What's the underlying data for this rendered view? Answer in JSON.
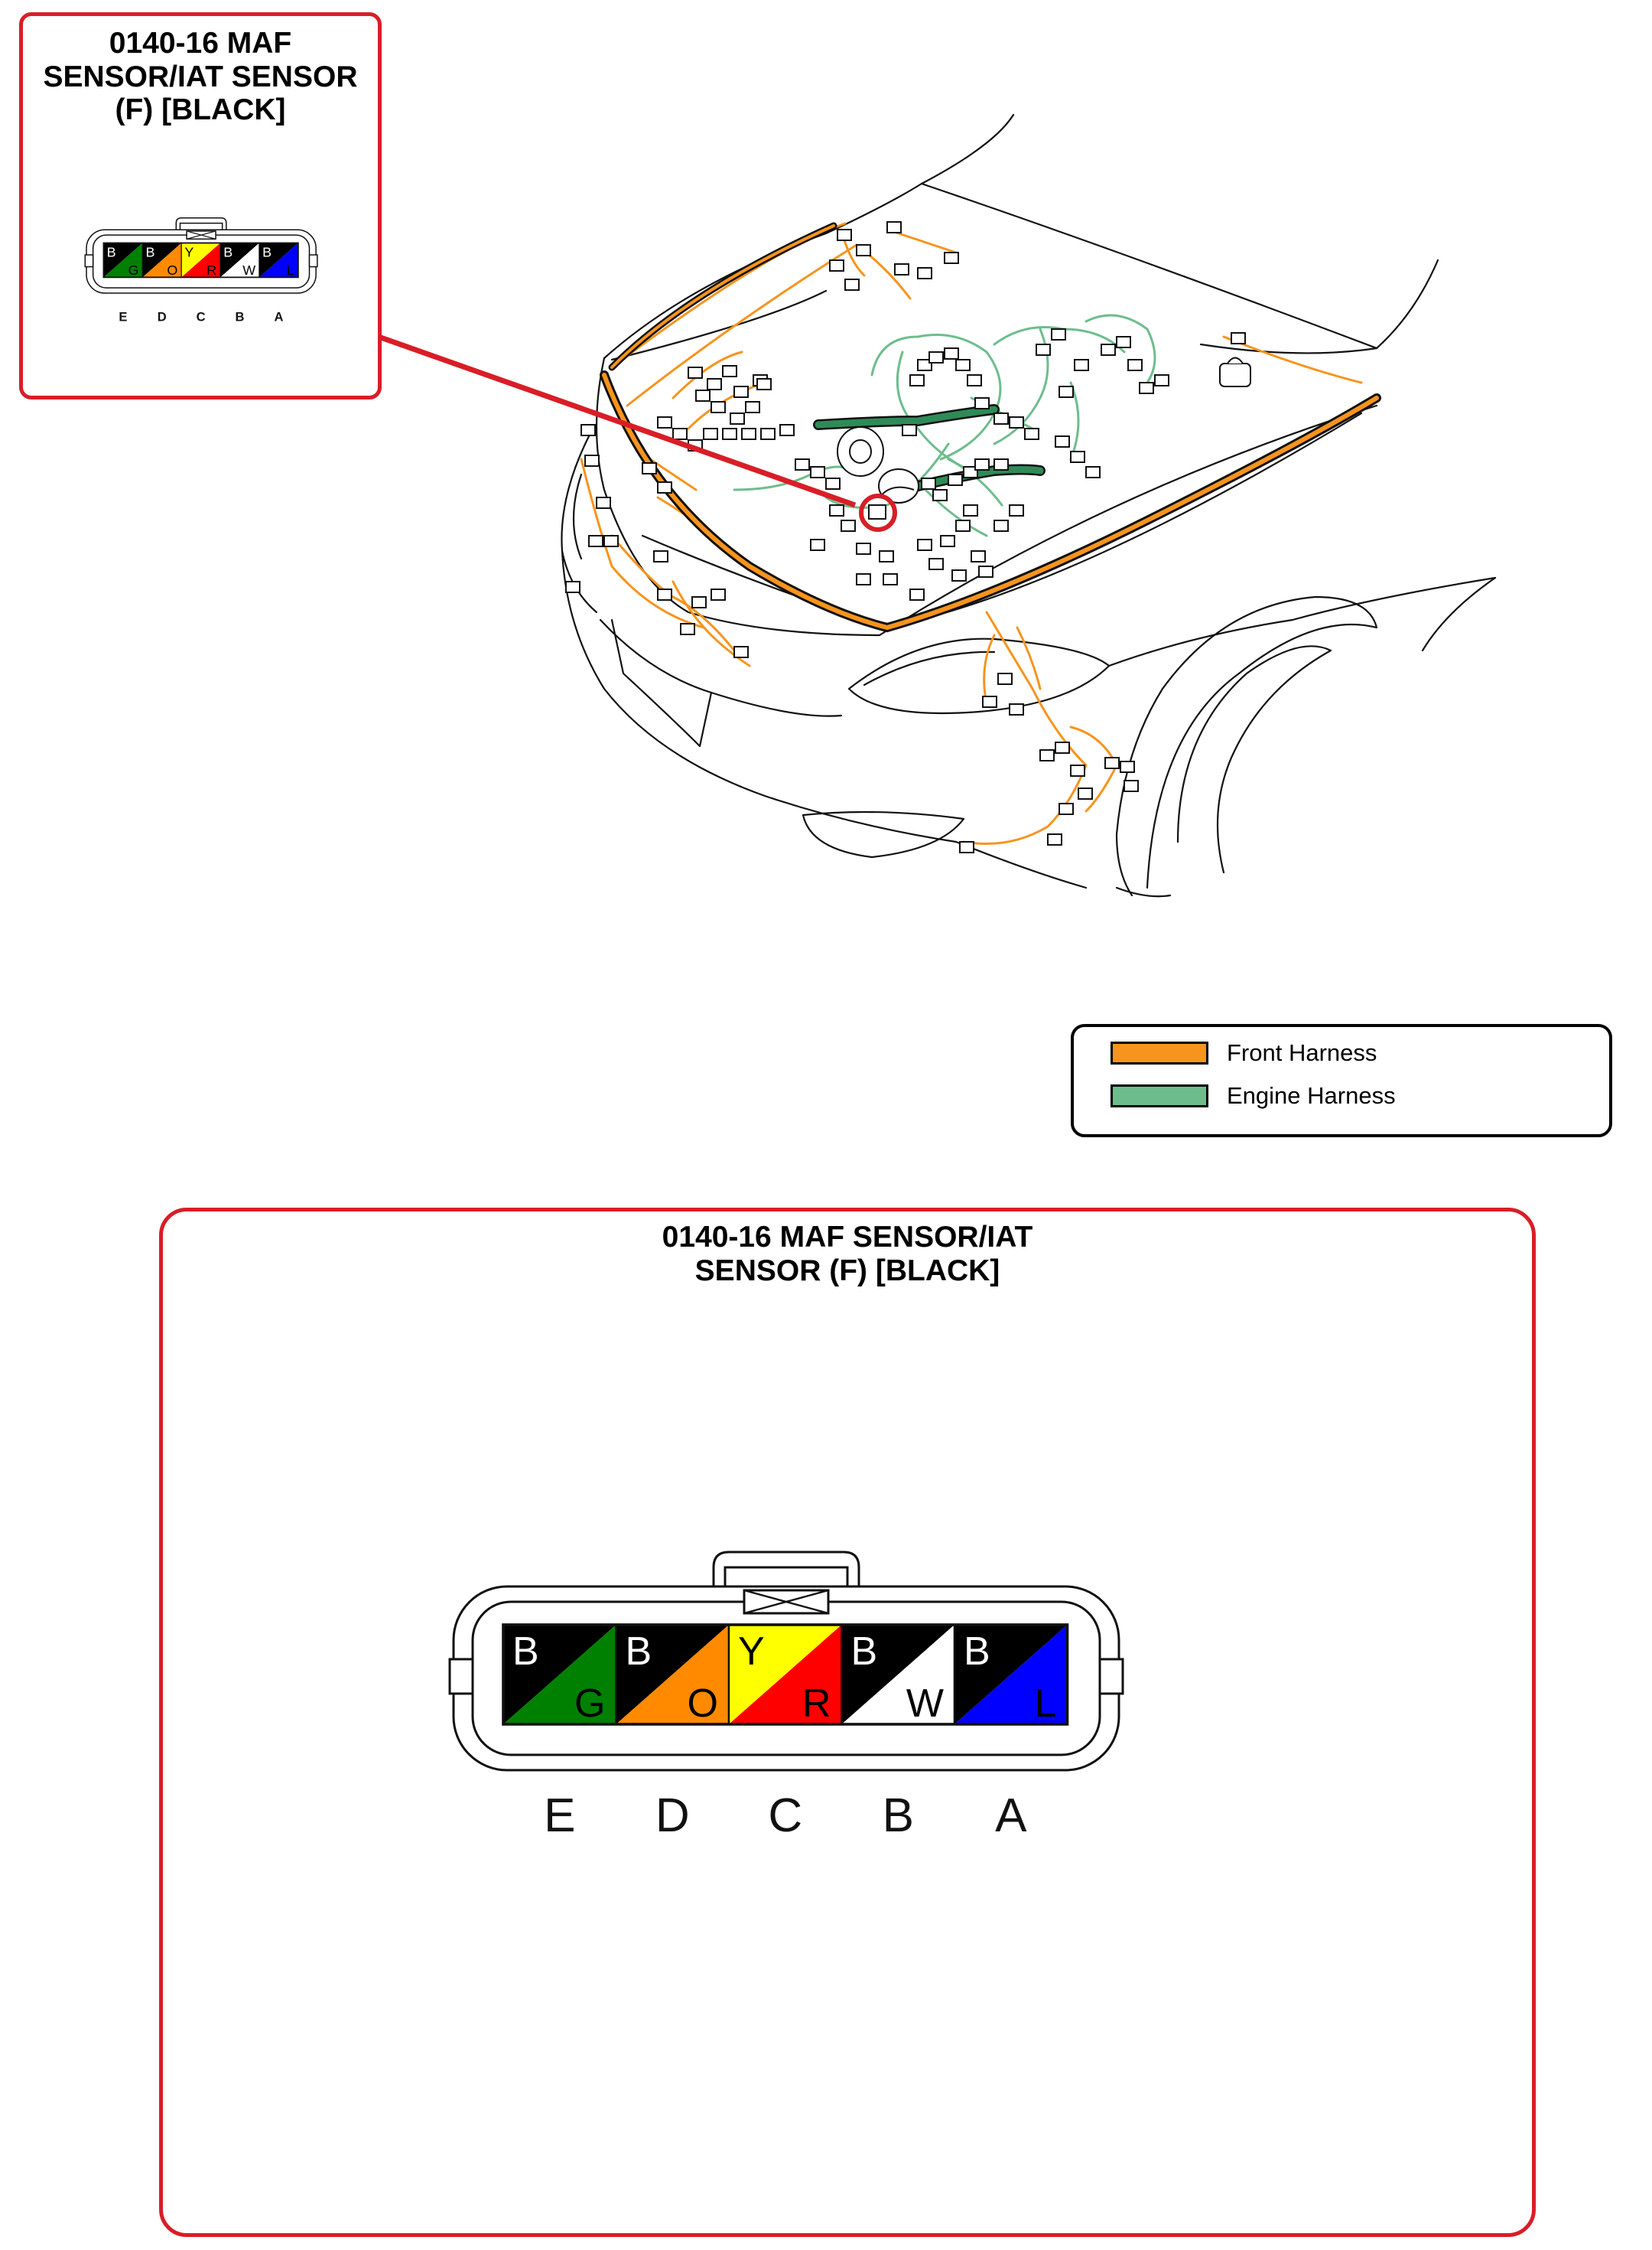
{
  "connector": {
    "title_lines": [
      "0140-16 MAF",
      "SENSOR/IAT SENSOR",
      "(F) [BLACK]"
    ],
    "detail_title_lines": [
      "0140-16 MAF SENSOR/IAT",
      "SENSOR (F) [BLACK]"
    ],
    "pins": [
      {
        "pin": "E",
        "top": "B",
        "bottom": "G",
        "top_color": "#000000",
        "bottom_color": "#008000",
        "top_text_color": "#ffffff",
        "bottom_text_color": "#000000"
      },
      {
        "pin": "D",
        "top": "B",
        "bottom": "O",
        "top_color": "#000000",
        "bottom_color": "#ff8a00",
        "top_text_color": "#ffffff",
        "bottom_text_color": "#000000"
      },
      {
        "pin": "C",
        "top": "Y",
        "bottom": "R",
        "top_color": "#ffff00",
        "bottom_color": "#ff0000",
        "top_text_color": "#000000",
        "bottom_text_color": "#000000"
      },
      {
        "pin": "B",
        "top": "B",
        "bottom": "W",
        "top_color": "#000000",
        "bottom_color": "#ffffff",
        "top_text_color": "#ffffff",
        "bottom_text_color": "#000000"
      },
      {
        "pin": "A",
        "top": "B",
        "bottom": "L",
        "top_color": "#000000",
        "bottom_color": "#0000ff",
        "top_text_color": "#ffffff",
        "bottom_text_color": "#000000"
      }
    ]
  },
  "legend": {
    "items": [
      {
        "label": "Front Harness",
        "color": "#f7941d"
      },
      {
        "label": "Engine Harness",
        "color": "#6dbd8c"
      }
    ]
  },
  "colors": {
    "frame_red": "#d81e27",
    "front_harness": "#f7941d",
    "engine_harness": "#6dbd8c",
    "engine_harness_dark": "#2e8b57"
  },
  "icons": {
    "vehicle": "car-front-illustration",
    "connector": "connector-icon"
  }
}
